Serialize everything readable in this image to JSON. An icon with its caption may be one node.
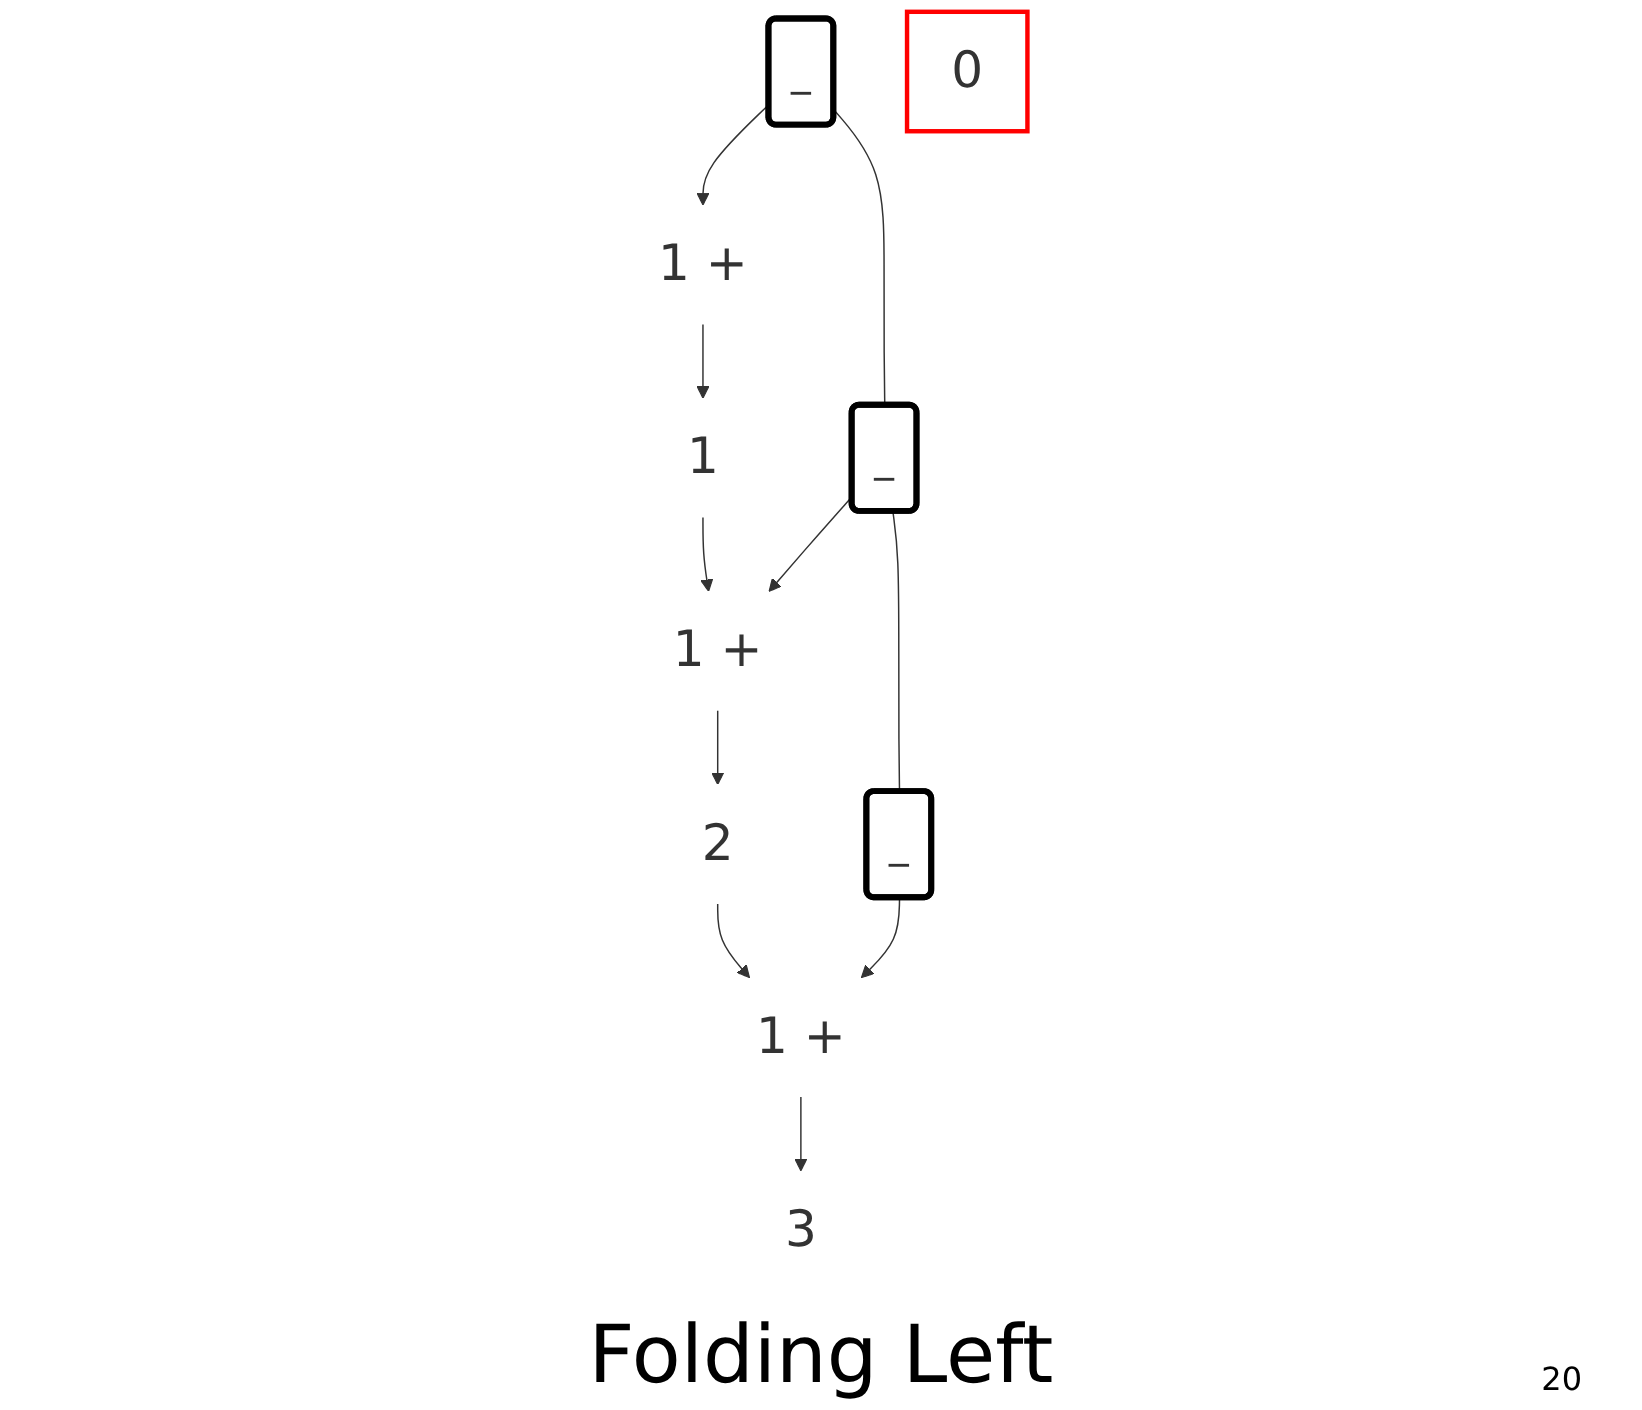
{
  "diagram": {
    "caption": "Folding Left",
    "nodes": [
      {
        "text": [
          "_"
        ]
      },
      {
        "text": [
          "_"
        ]
      },
      {
        "text": [
          "_"
        ]
      },
      {
        "text": [
          "1 +"
        ]
      },
      {
        "text": [
          "0"
        ]
      },
      {
        "text": [
          "1"
        ]
      },
      {
        "text": [
          "1 +"
        ]
      },
      {
        "text": [
          "2"
        ]
      },
      {
        "text": [
          "1 +"
        ]
      },
      {
        "text": [
          "3"
        ]
      }
    ],
    "edges": [
      {
        "from": 0,
        "to": 1,
        "arrow": "none"
      },
      {
        "from": 1,
        "to": 2,
        "arrow": "none"
      },
      {
        "from": 0,
        "to": 3,
        "arrow": "to"
      },
      {
        "from": 3,
        "to": 5,
        "arrow": "to"
      },
      {
        "from": 5,
        "to": 6,
        "arrow": "to"
      },
      {
        "from": 1,
        "to": 6,
        "arrow": "to"
      },
      {
        "from": 6,
        "to": 7,
        "arrow": "to"
      },
      {
        "from": 7,
        "to": 8,
        "arrow": "to"
      },
      {
        "from": 2,
        "to": 8,
        "arrow": "to"
      },
      {
        "from": 8,
        "to": 9,
        "arrow": "to"
      }
    ],
    "labels": [
      "20"
    ]
  }
}
